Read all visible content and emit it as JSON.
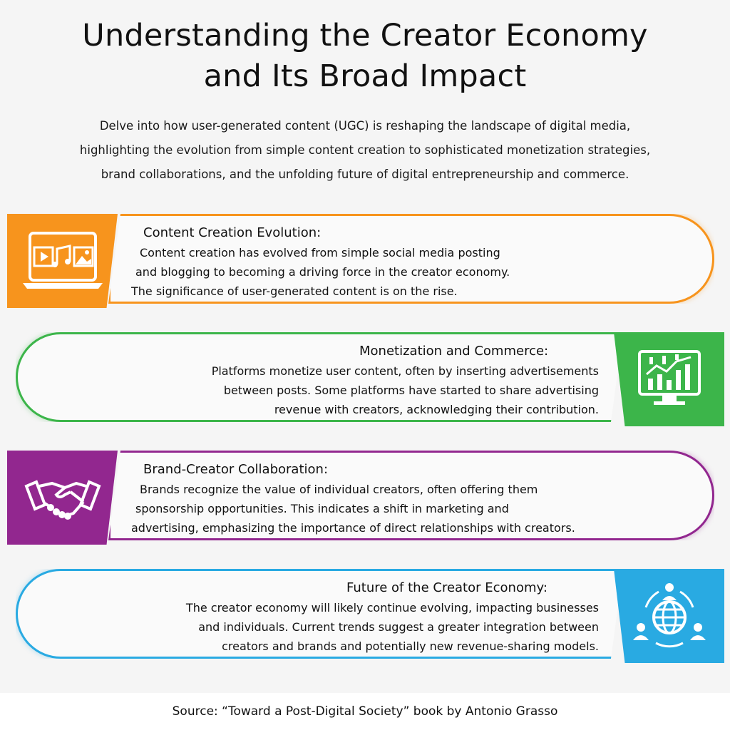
{
  "title": {
    "line1": "Understanding the Creator Economy",
    "line2": "and Its Broad Impact"
  },
  "subtitle": {
    "line1": "Delve into how user-generated content (UGC) is reshaping the landscape of digital media,",
    "line2": "highlighting the evolution from simple content creation to sophisticated monetization strategies,",
    "line3": "brand collaborations, and the unfolding future of digital entrepreneurship and commerce."
  },
  "sections": [
    {
      "heading": "Content Creation Evolution:",
      "line1": "Content creation has evolved from simple social media posting",
      "line2": "and blogging to becoming a driving force in the creator economy.",
      "line3": "The significance of user-generated content is on the rise.",
      "color": "#f7941d",
      "icon": "media-monitor-icon"
    },
    {
      "heading": "Monetization and Commerce:",
      "line1": "Platforms monetize user content, often by inserting advertisements",
      "line2": "between posts. Some platforms have started to share advertising",
      "line3": "revenue with creators, acknowledging their contribution.",
      "color": "#3cb54a",
      "icon": "stock-chart-monitor-icon"
    },
    {
      "heading": "Brand-Creator Collaboration:",
      "line1": "Brands recognize the value of individual creators, often offering them",
      "line2": "sponsorship opportunities. This indicates a shift in marketing and",
      "line3": "advertising, emphasizing the importance of direct relationships with creators.",
      "color": "#92278f",
      "icon": "handshake-icon"
    },
    {
      "heading": "Future of the Creator Economy:",
      "line1": "The creator economy will likely continue evolving, impacting businesses",
      "line2": "and individuals. Current trends suggest a greater integration between",
      "line3": "creators and brands and potentially new revenue-sharing models.",
      "color": "#29aae2",
      "icon": "global-network-icon"
    }
  ],
  "source": "Source: “Toward a Post-Digital Society” book by Antonio Grasso"
}
